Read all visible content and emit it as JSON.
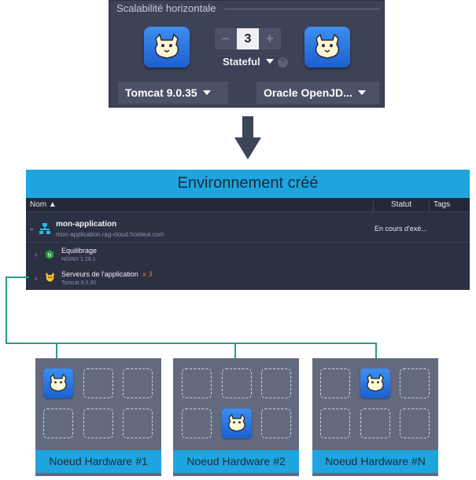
{
  "scaling": {
    "title": "Scalabilité horizontale",
    "count": "3",
    "minus": "−",
    "plus": "+",
    "mode": "Stateful",
    "help": "?",
    "server_select": "Tomcat 9.0.35",
    "jdk_select": "Oracle OpenJD..."
  },
  "environment": {
    "title": "Environnement créé",
    "columns": {
      "name": "Nom ▲",
      "status": "Statut",
      "tags": "Tags"
    },
    "app": {
      "name": "mon-application",
      "domain": "mon-application.rag-cloud.hosteur.com",
      "status": "En cours d'exé..."
    },
    "balancer": {
      "name": "Equilibrage",
      "version": "NGINX 1.16.1"
    },
    "app_servers": {
      "name": "Serveurs de l'application",
      "multiplier": "x 3",
      "version": "Tomcat 9.0.30"
    }
  },
  "colors": {
    "accent": "#1ea5df",
    "panel": "#2b3042",
    "connector": "#2f9a84",
    "node": "#636a80"
  },
  "nodes": [
    {
      "label": "Noeud Hardware #1"
    },
    {
      "label": "Noeud Hardware #2"
    },
    {
      "label": "Noeud Hardware #N"
    }
  ]
}
